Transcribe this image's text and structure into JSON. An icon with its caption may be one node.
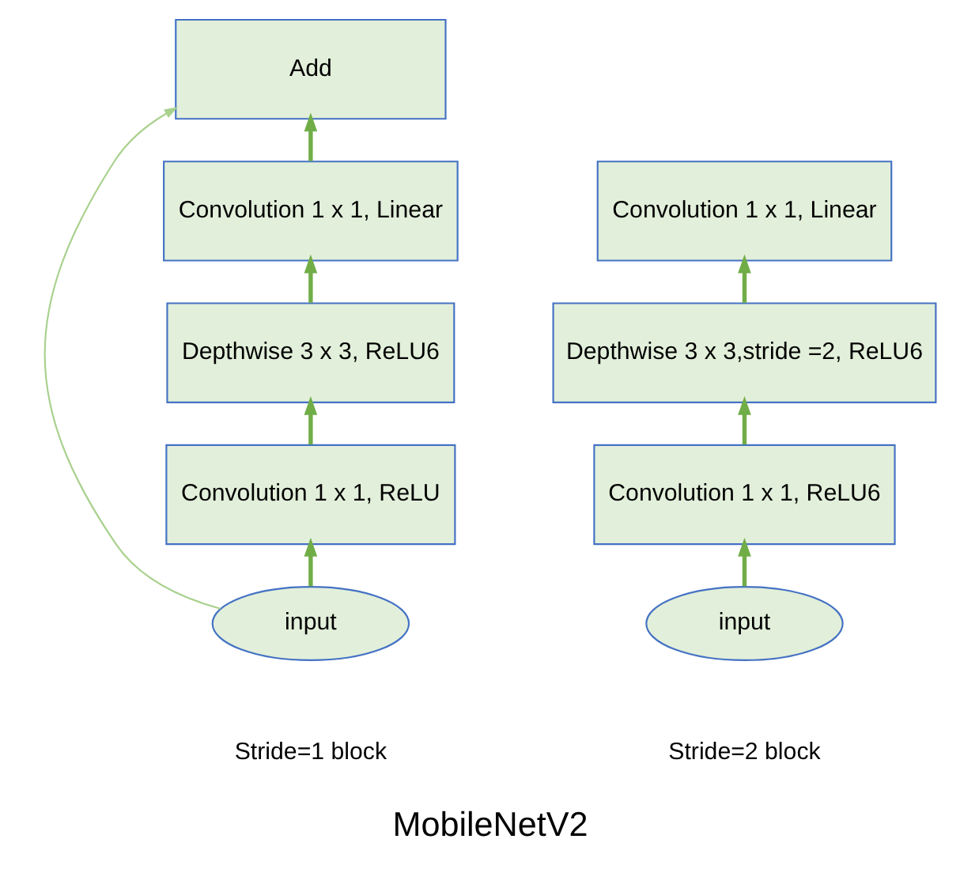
{
  "diagram": {
    "caption": "MobileNetV2",
    "nodes": [
      {
        "text": [
          "Add"
        ]
      },
      {
        "text": [
          "Convolution 1 x 1, Linear"
        ]
      },
      {
        "text": [
          "Depthwise 3 x 3, ReLU6"
        ]
      },
      {
        "text": [
          "Convolution 1 x 1, ReLU"
        ]
      },
      {
        "text": [
          "input"
        ]
      },
      {
        "text": [
          "Convolution 1 x 1, Linear"
        ]
      },
      {
        "text": [
          "Depthwise 3 x 3,stride =2, ReLU6"
        ]
      },
      {
        "text": [
          "Convolution 1 x 1, ReLU6"
        ]
      },
      {
        "text": [
          "input"
        ]
      }
    ],
    "edges": [
      {
        "from": 4,
        "to": 3,
        "arrow": "to"
      },
      {
        "from": 3,
        "to": 2,
        "arrow": "to"
      },
      {
        "from": 2,
        "to": 1,
        "arrow": "to"
      },
      {
        "from": 1,
        "to": 0,
        "arrow": "to"
      },
      {
        "from": 4,
        "to": 0,
        "arrow": "to",
        "color": "#a9d18e"
      },
      {
        "from": 8,
        "to": 7,
        "arrow": "to"
      },
      {
        "from": 7,
        "to": 6,
        "arrow": "to"
      },
      {
        "from": 6,
        "to": 5,
        "arrow": "to"
      }
    ],
    "labels": [
      "Stride=1 block",
      "Stride=2 block"
    ]
  }
}
